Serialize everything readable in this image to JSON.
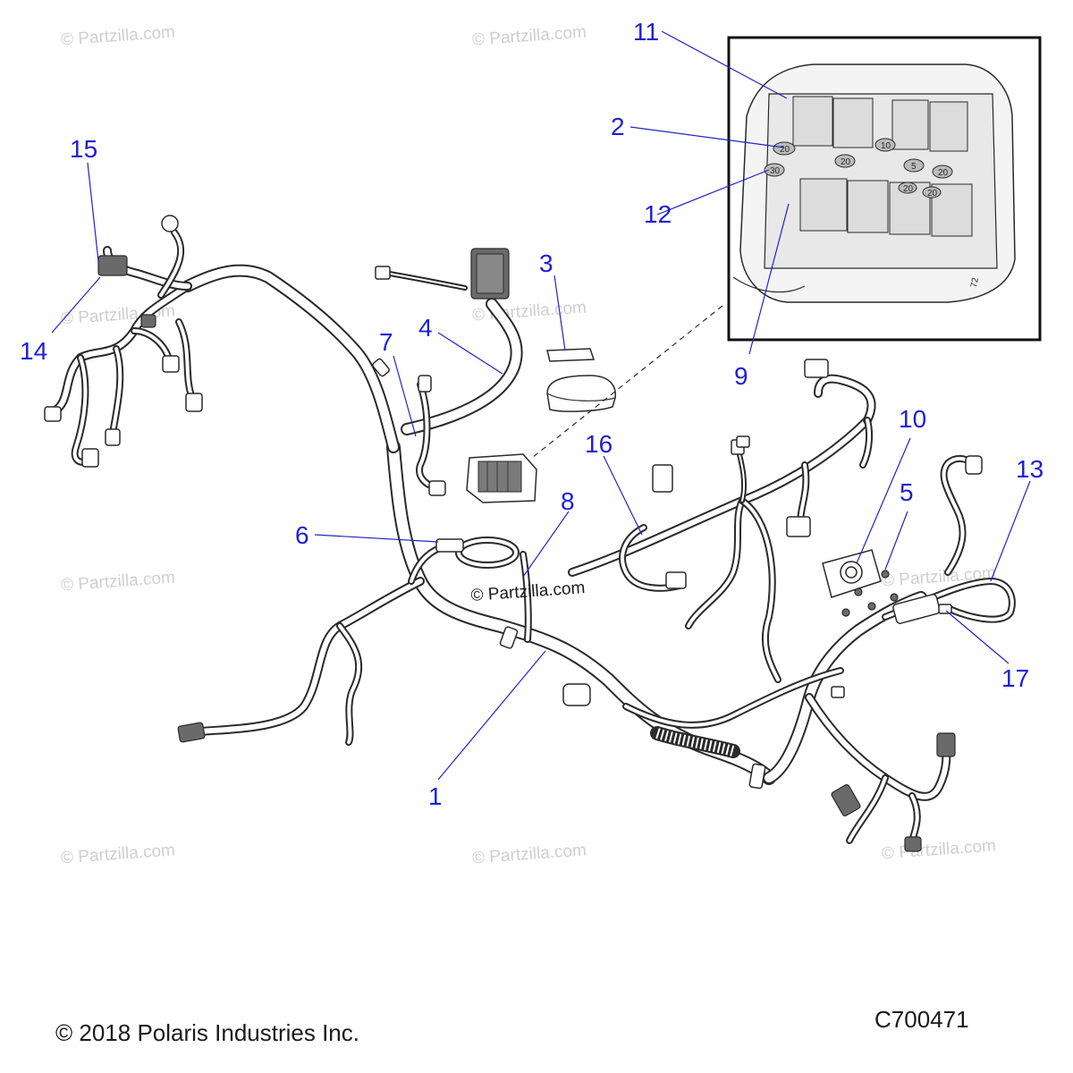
{
  "watermark": "© Partzilla.com",
  "watermark_center": "© Partzilla.com",
  "callouts": [
    "1",
    "2",
    "3",
    "4",
    "5",
    "6",
    "7",
    "8",
    "9",
    "10",
    "11",
    "12",
    "13",
    "14",
    "15",
    "16",
    "17"
  ],
  "inset_fuse_values": [
    "20",
    "20",
    "10",
    "5",
    "20",
    "30",
    "20",
    "20"
  ],
  "inset_side_mark": "72",
  "footer": {
    "copyright": "© 2018 Polaris Industries Inc.",
    "figure_code": "C700471"
  }
}
